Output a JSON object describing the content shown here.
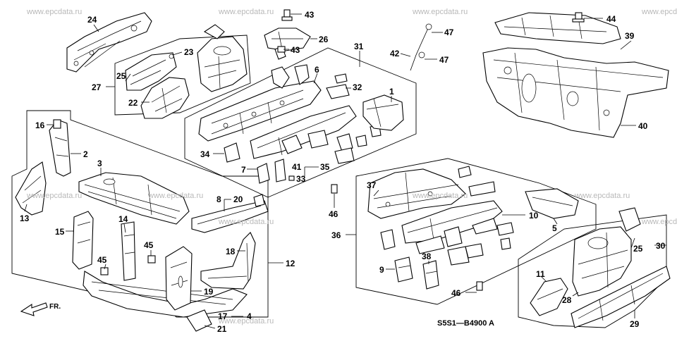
{
  "watermarks": [
    "www.epcdata.ru"
  ],
  "diagram_code": "S5S1—B4900 A",
  "direction_label": "FR.",
  "callouts": {
    "c1": "1",
    "c2": "2",
    "c3": "3",
    "c4": "4",
    "c5": "5",
    "c6": "6",
    "c7": "7",
    "c8": "8",
    "c9": "9",
    "c10": "10",
    "c11": "11",
    "c12": "12",
    "c13": "13",
    "c14": "14",
    "c15": "15",
    "c16": "16",
    "c17": "17",
    "c18": "18",
    "c19": "19",
    "c20": "20",
    "c21": "21",
    "c22": "22",
    "c23": "23",
    "c24": "24",
    "c25": "25",
    "c26": "26",
    "c27": "27",
    "c28": "28",
    "c29": "29",
    "c30": "30",
    "c31": "31",
    "c32": "32",
    "c33": "33",
    "c34": "34",
    "c35": "35",
    "c36": "36",
    "c37": "37",
    "c38": "38",
    "c39": "39",
    "c40": "40",
    "c41": "41",
    "c42": "42",
    "c43": "43",
    "c44": "44",
    "c45": "45",
    "c46": "46",
    "c47": "47"
  }
}
